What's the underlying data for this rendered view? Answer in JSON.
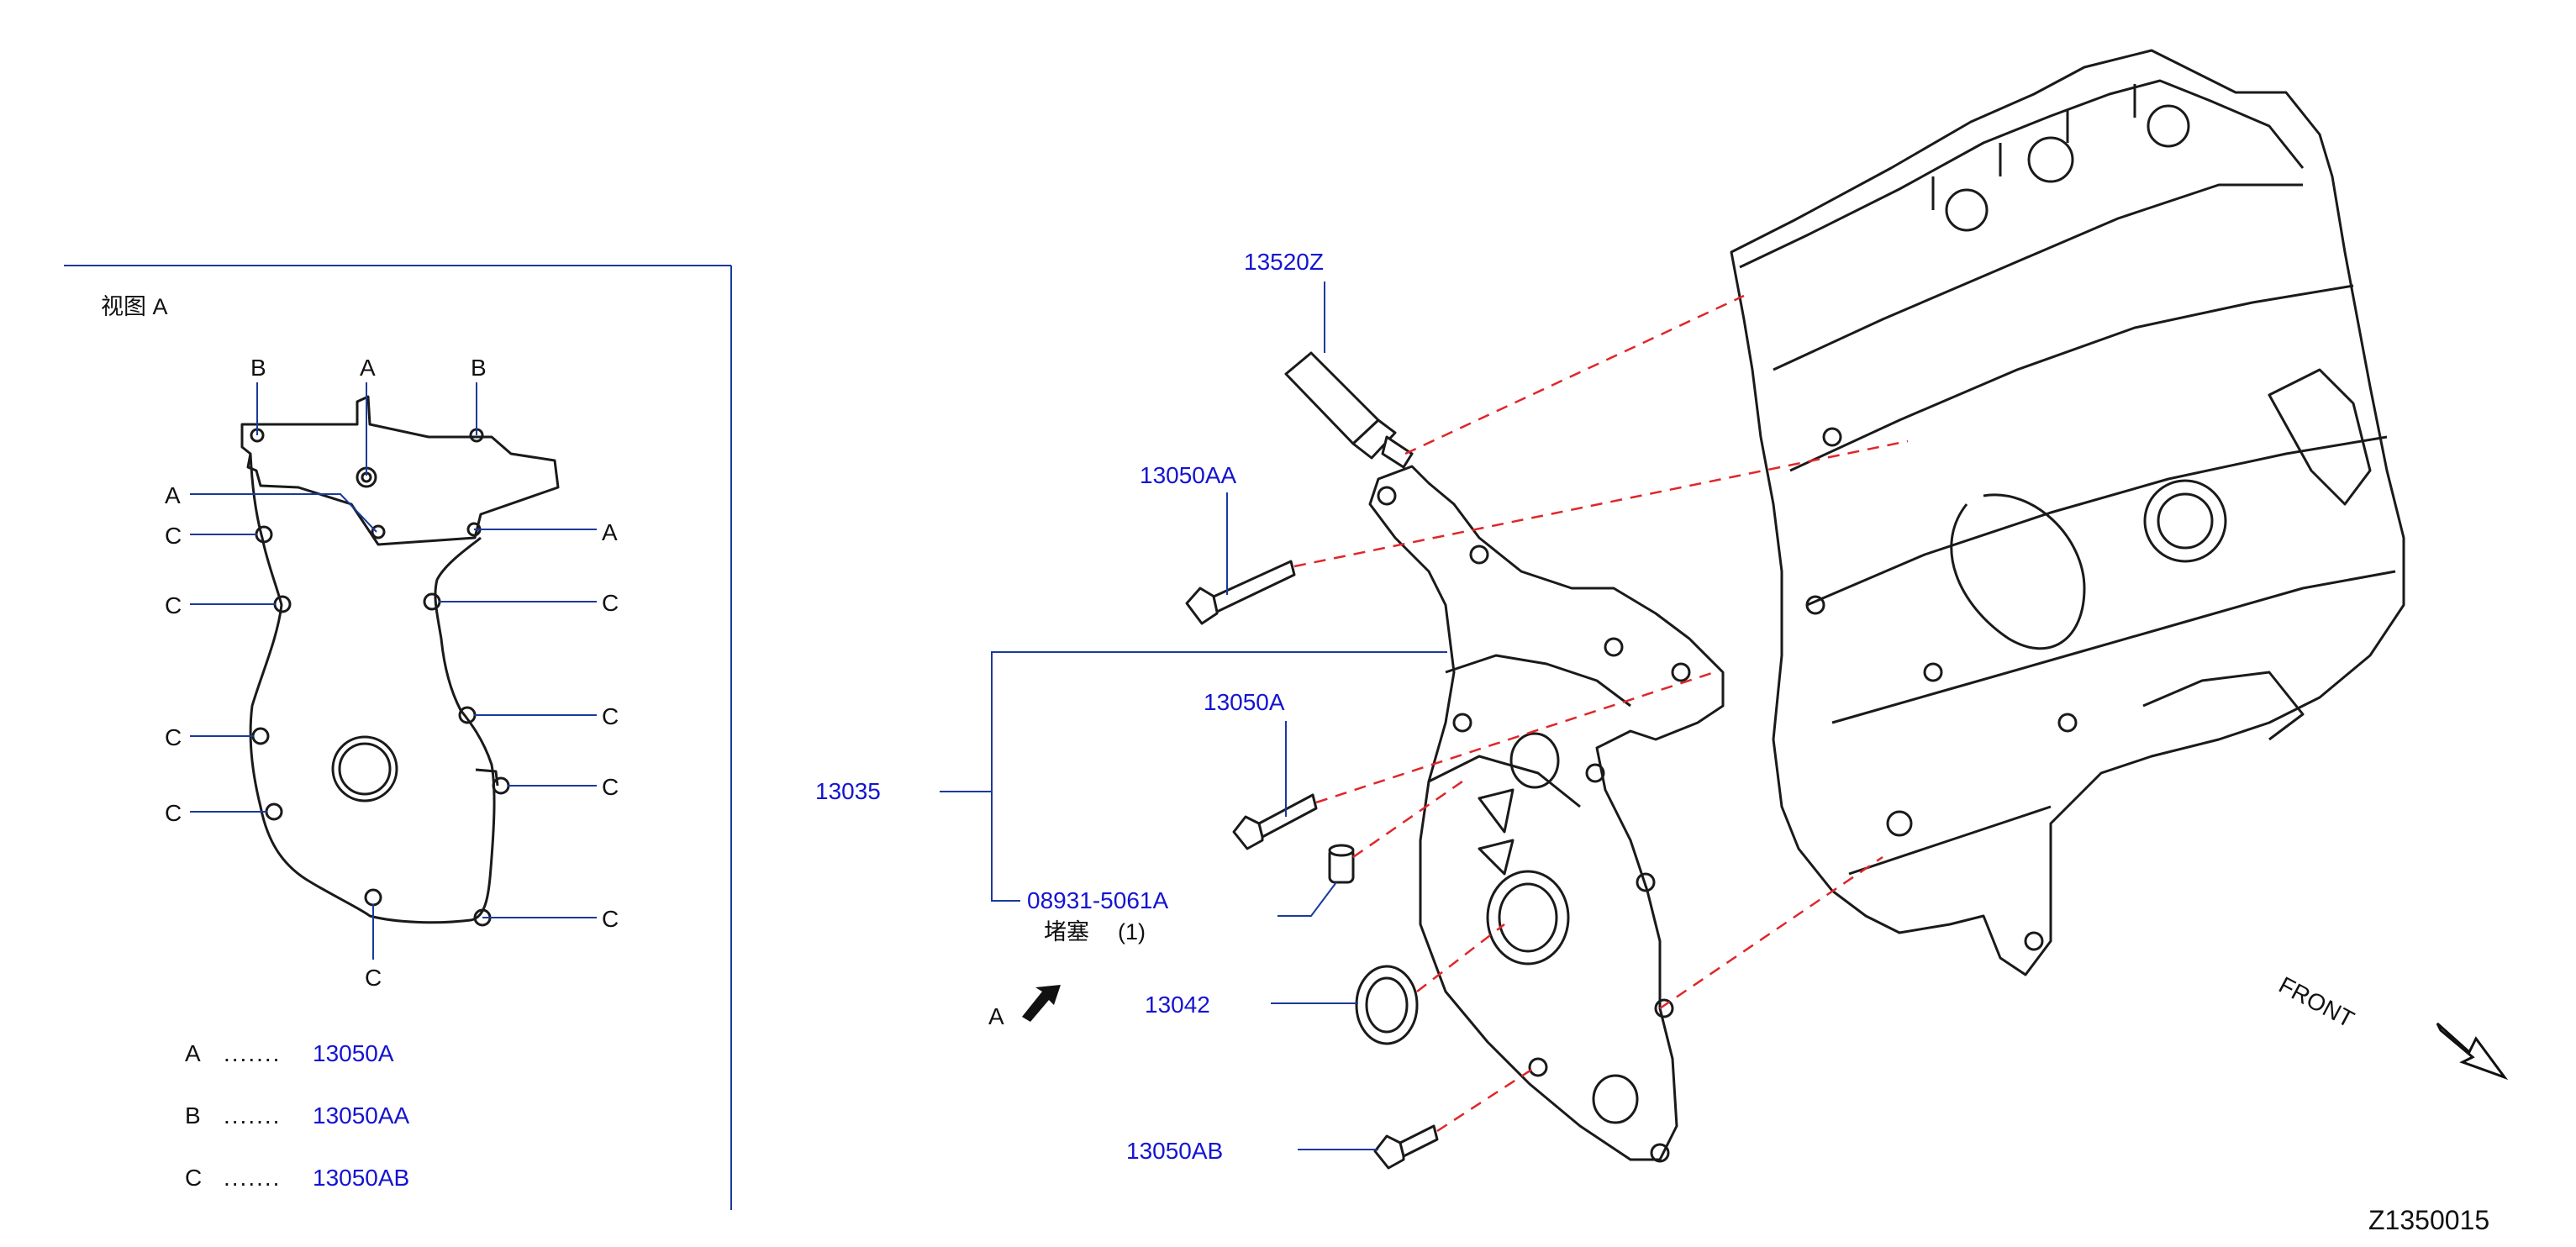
{
  "view_panel": {
    "title": "视图 A",
    "letter_labels": {
      "b_left": "B",
      "a_top": "A",
      "b_right": "B",
      "a_left": "A",
      "a_right": "A",
      "c_l1": "C",
      "c_l2": "C",
      "c_l3": "C",
      "c_l4": "C",
      "c_r1": "C",
      "c_r2": "C",
      "c_r3": "C",
      "c_r4": "C",
      "c_bottom": "C"
    },
    "legend": [
      {
        "letter": "A",
        "dots": ".......",
        "part": "13050A"
      },
      {
        "letter": "B",
        "dots": ".......",
        "part": "13050AA"
      },
      {
        "letter": "C",
        "dots": ".......",
        "part": "13050AB"
      }
    ]
  },
  "callouts": {
    "sealant": "13520Z",
    "bolt_aa": "13050AA",
    "bolt_a": "13050A",
    "cover": "13035",
    "plug": "08931-5061A",
    "plug_name": "堵塞",
    "plug_qty": "(1)",
    "seal": "13042",
    "bolt_ab": "13050AB"
  },
  "view_arrow_label": "A",
  "front_label": "FRONT",
  "diagram_code": "Z1350015",
  "colors": {
    "callout_blue": "#1414d2",
    "leader_blue": "#1a3a9a",
    "dash_red": "#e0262a",
    "line_dark": "#1a1a1a"
  }
}
